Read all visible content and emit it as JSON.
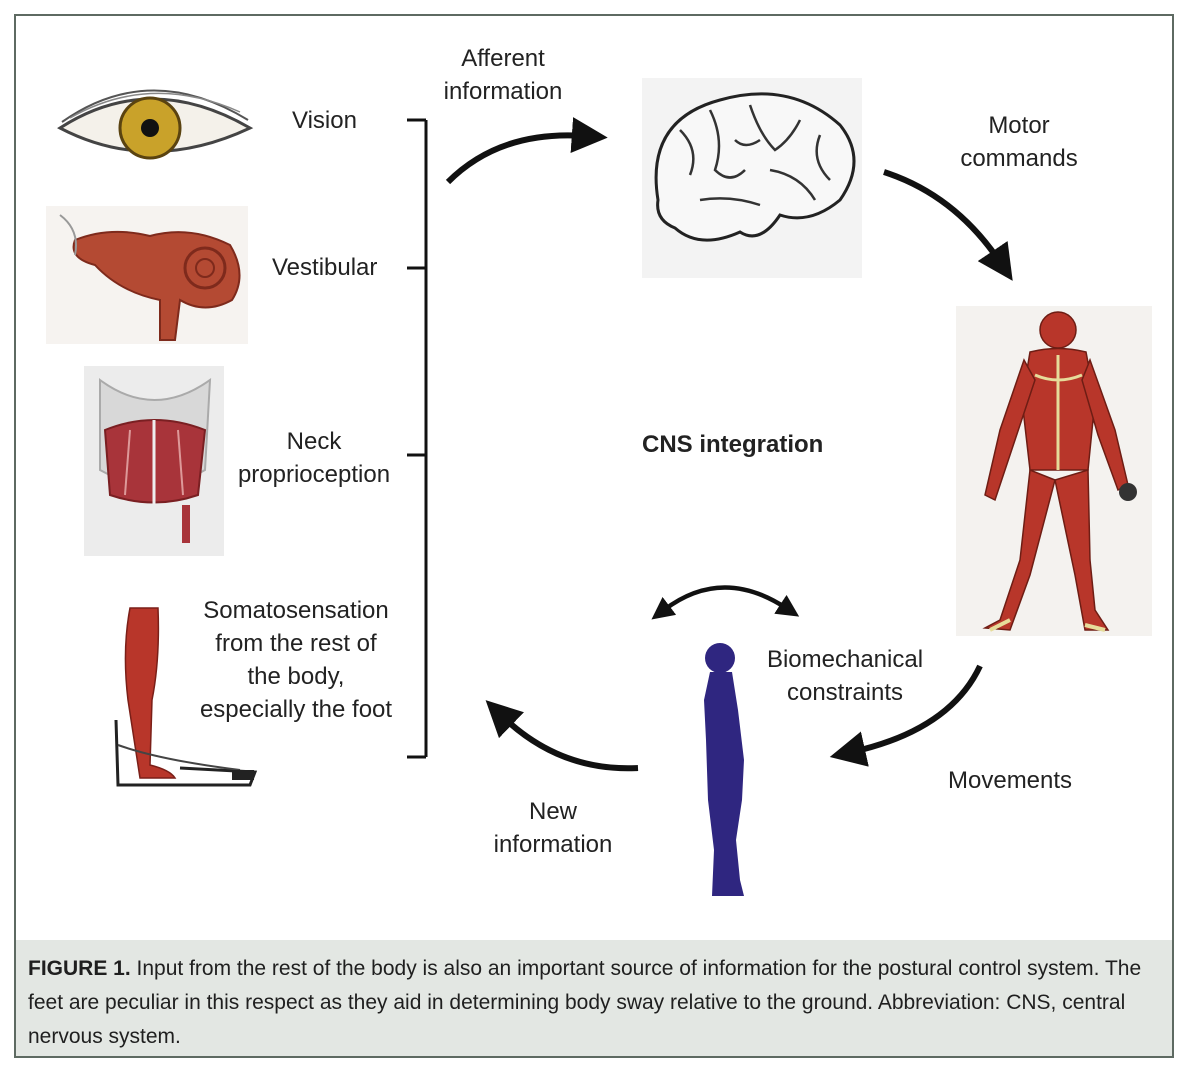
{
  "inputs": {
    "vision": "Vision",
    "vestibular": "Vestibular",
    "neck": [
      "Neck",
      "proprioception"
    ],
    "somato": [
      "Somatosensation",
      "from the rest of",
      "the body,",
      "especially the foot"
    ]
  },
  "arrows": {
    "afferent": [
      "Afferent",
      "information"
    ],
    "motor": [
      "Motor",
      "commands"
    ],
    "movements": "Movements",
    "new_info": [
      "New",
      "information"
    ],
    "biomech": [
      "Biomechanical",
      "constraints"
    ]
  },
  "center_label": "CNS integration",
  "caption": {
    "figure_label": "FIGURE 1.",
    "text": "Input from the rest of the body is also an important source of information for the postural control system. The feet are peculiar in this respect as they aid in determining body sway relative to the ground. Abbreviation: CNS, central nervous system."
  },
  "colors": {
    "border": "#5e6a62",
    "caption_bg": "#e3e7e3",
    "muscle_red": "#b8362a",
    "silhouette_purple": "#2f2680",
    "iris_yellow": "#c9a22a"
  }
}
